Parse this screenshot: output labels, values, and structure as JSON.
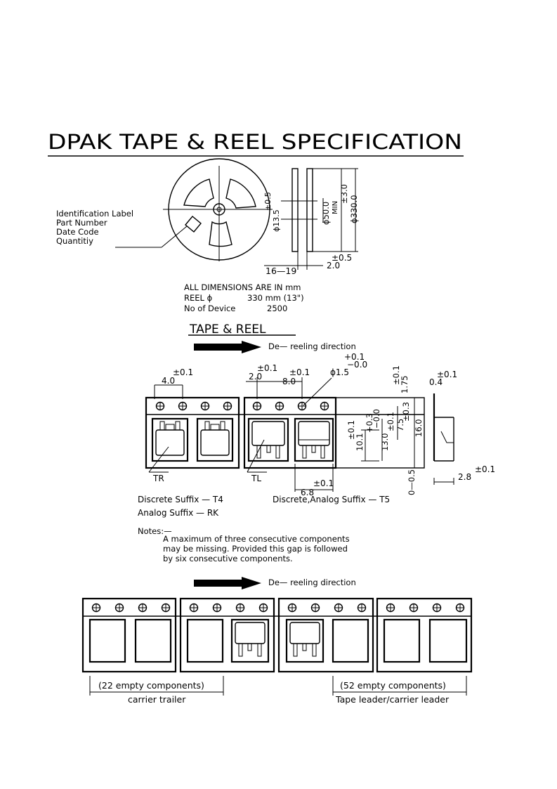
{
  "title": "DPAK TAPE & REEL SPECIFICATION",
  "reel": {
    "label_lines": [
      "Identification Label",
      "Part Number",
      "Date Code",
      "Quantitiy"
    ],
    "dims": {
      "hub_tol": "±0.5",
      "hub": "ϕ13.5",
      "inner": "ϕ50.0",
      "min": "MIN",
      "outer_tol": "±3.0",
      "outer": "ϕ330.0",
      "width": "16—19",
      "flange_tol": "±0.5",
      "flange": "2.0"
    },
    "notes": [
      "ALL DIMENSIONS ARE IN mm",
      "REEL ϕ",
      "330 mm (13\")",
      "No of Device",
      "2500"
    ]
  },
  "tape": {
    "heading": "TAPE & REEL",
    "direction": "De— reeling direction",
    "dims": {
      "pitch_tol": "±0.1",
      "pitch": "4.0",
      "p2_tol": "±0.1",
      "p2": "2.0",
      "p8_tol": "±0.1",
      "p8": "8.0",
      "hole": "ϕ1.5",
      "hole_tol_plus": "+0.1",
      "hole_tol_minus": "−0.0",
      "e_tol": "±0.1",
      "e": "1.75",
      "t_tol": "±0.1",
      "t": "0.4",
      "a0_tol": "±0.1",
      "a0": "10.1",
      "b0_tol": "+0.3",
      "b0_tol2": "−0.0",
      "b0": "13.0",
      "f_tol": "±0.1",
      "f": "7.5",
      "w_tol": "±0.3",
      "w": "16.0",
      "k_tol": "±0.1",
      "k": "2.8",
      "gap": "0—0.5",
      "d1_tol": "±0.1",
      "d1": "6.8"
    },
    "labels": {
      "tr": "TR",
      "tl": "TL",
      "discrete_t4": "Discrete Suffix — T4",
      "analog_rk": "Analog Suffix — RK",
      "discrete_analog_t5": "Discrete,Analog Suffix — T5"
    }
  },
  "notes": {
    "heading": "Notes:—",
    "lines": [
      "A maximum of three consecutive components",
      "may be missing.  Provided this gap is followed",
      "by six consecutive components."
    ]
  },
  "trailer": {
    "direction": "De— reeling direction",
    "left_count": "(22 empty components)",
    "left_label": "carrier trailer",
    "right_count": "(52 empty components)",
    "right_label": "Tape leader/carrier leader"
  }
}
